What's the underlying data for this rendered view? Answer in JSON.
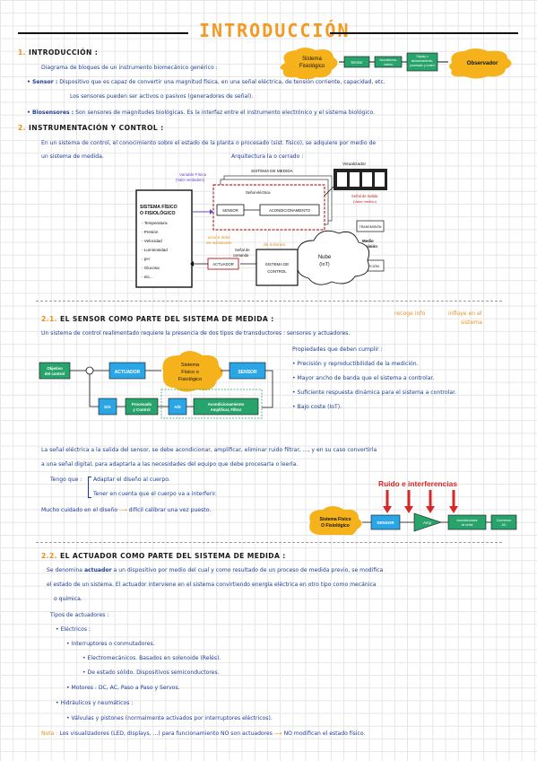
{
  "title": "INTRODUCCIÓN",
  "sec1": {
    "heading_num": "1.",
    "heading": "INTRODUCCIÓN :",
    "line1": "Diagrama de bloques de un instrumento biomecánico genérico :",
    "sensor_label": "• Sensor :",
    "sensor_text1": "Dispositivo que es capaz de convertir una magnitud física, en una señal eléctrica, de tensión corriente, capacidad, etc.",
    "sensor_text2": "Los sensores pueden ser activos o pasivos (generadores de señal).",
    "bio_label": "• Biosensores :",
    "bio_text": "Son sensores de magnitudes biológicas. Es la interfaz entre el instrumento electrónico y el sistema biológico.",
    "diagram": {
      "sys": "Sistema Fisiológico",
      "sensor": "Sensor",
      "acond": "Acondiciona-miento",
      "display": "Display o almacenamiento, procesado y control",
      "obs": "Observador"
    }
  },
  "sec2": {
    "heading_num": "2.",
    "heading": "INSTRUMENTACIÓN Y CONTROL :",
    "text1": "En un sistema de control, el conocimiento sobre el estado de la planta o procesado (sist. físico), se adquiere por medio de",
    "text2": "un sistema de medida.",
    "arch": "Arquitectura la o cerrado :",
    "diagram": {
      "var_fisica": "Variable Física",
      "var_valor": "(Valor verdadero)",
      "sistema_medida": "SISTEMA DE MEDIDA",
      "visualizador": "Visualizador",
      "senal_electrica": "Señal eléctrica",
      "sensor": "SENSOR",
      "acond": "ACONDICIONAMIENTO",
      "senal_salida": "Señal de Salida",
      "valor_medido": "(Valor medido)",
      "sist_fisico_1": "SISTEMA FÍSICO",
      "sist_fisico_2": "O FISIOLÓGICO",
      "items": [
        "- Temperatura",
        "- Presión",
        "- Velocidad",
        "- Luminosidad",
        "- pH",
        "- Glucosa",
        "- etc..."
      ],
      "actuador": "ACTUADOR",
      "accion_1": "acción debe",
      "accion_2": "ser subsanarse",
      "senal_mando_1": "Señal de",
      "senal_mando_2": "comando",
      "ordenes": "de órdenes",
      "sistema_control_1": "SISTEMA DE",
      "sistema_control_2": "CONTROL",
      "nube_1": "Nube",
      "nube_2": "(IoT)",
      "transmision": "TRANSMISIÓN",
      "medio_1": "Medio",
      "medio_2": "transmisión",
      "recepcion": "RECEPCIÓN"
    }
  },
  "sec21": {
    "heading_num": "2.1.",
    "heading": "EL SENSOR COMO PARTE DEL SISTEMA DE MEDIDA :",
    "note1": "recoge info",
    "note2": "influye en el",
    "note3": "sistema",
    "text1": "Un sistema de control realimentado requiere la presencia de dos tipos de transductores : sensores y actuadores.",
    "diagram": {
      "objetivo_1": "Objetivo",
      "objetivo_2": "del control",
      "actuador": "ACTUADOR",
      "sist_1": "Sistema",
      "sist_2": "Físico o",
      "sist_3": "Fisiológico",
      "sensor": "SENSOR",
      "da": "D/A",
      "proc_1": "Procesado",
      "proc_2": "y Control",
      "ad": "A/D",
      "acond_1": "Acondicionamiento",
      "acond_2": "Amplificar, Filtrar"
    },
    "prop_title": "Propiedades que deben cumplir :",
    "props": [
      "• Precisión y reproductibilidad de la medición.",
      "• Mayor ancho de banda que el sistema a controlar.",
      "• Suficiente respuesta dinámica para el sistema a controlar.",
      "• Bajo coste (IoT)."
    ],
    "para1": "La señal eléctrica a la salida del sensor, se debe acondicionar, amplificar, eliminar ruido filtrar, ..., y en su caso convertirla",
    "para2": "a una señal digital, para adaptarla a las necesidades del equipo que debe procesarla o leerla.",
    "tengo": "Tengo que :",
    "tengo1": "Adaptar el diseño al cuerpo.",
    "tengo2": "Tener en cuenta que el cuerpo va a interferir.",
    "cuidado": "Mucho cuidado en el diseño",
    "cuidado2": "difícil calibrar una vez puesto.",
    "noise": {
      "title": "Ruido e interferencias",
      "sys_1": "Sistema Físico",
      "sys_2": "O Fisiológico",
      "sensor": "SENSOR",
      "amp": "Amp",
      "acond_1": "Acondicionador",
      "acond_2": "de señal",
      "conv_1": "Conversor",
      "conv_2": "AD"
    }
  },
  "sec22": {
    "heading_num": "2.2.",
    "heading": "EL ACTUADOR COMO PARTE DEL SISTEMA DE MEDIDA :",
    "text1a": "Se denomina ",
    "text1b": "actuador",
    "text1c": " a un dispositivo por medio del cual y como resultado de un proceso de medida previo, se modifica",
    "text2": "el estado de un sistema. El actuador interviene en el sistema convirtiendo energía eléctrica en otro tipo como mecánica",
    "text3": "o química.",
    "tipos": "Tipos de actuadores :",
    "electricos": "• Eléctricos :",
    "interruptores": "• Interruptores o conmutadores.",
    "electromec": "• Electromecánicos. Basados en solenoide (Relés).",
    "solido": "• De estado sólido. Dispositivos semiconductores.",
    "motores": "• Motores : DC, AC, Paso a Paso y Servos.",
    "hidraulicos": "• Hidráulicos y neumáticos :",
    "valvulas": "• Válvulas y pistones (normalmente activados por interruptores eléctricos).",
    "nota_label": "Nota :",
    "nota_text": "Los visualizadores (LED, displays, ...) para funcionamiento NO son actuadores",
    "nota_text2": "NO modifican el estado físico."
  }
}
